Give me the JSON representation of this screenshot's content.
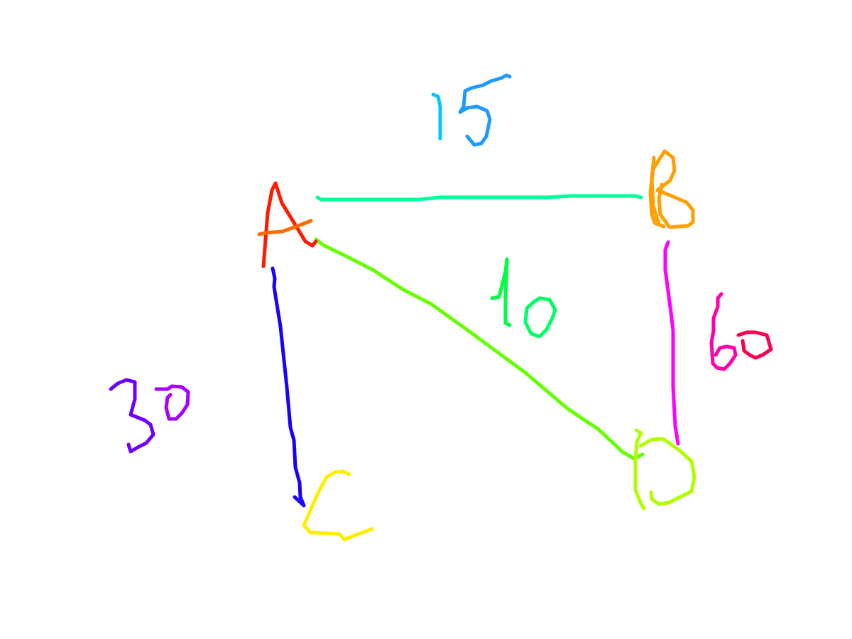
{
  "nodes": [
    {
      "id": "A",
      "label": "A",
      "color": "#ff1a00"
    },
    {
      "id": "B",
      "label": "B",
      "color": "#ffa000"
    },
    {
      "id": "C",
      "label": "C",
      "color": "#ffee00"
    },
    {
      "id": "D",
      "label": "D",
      "color": "#b0ff00"
    }
  ],
  "edges": [
    {
      "from": "A",
      "to": "B",
      "weight": "15",
      "line_color": "#00ff99",
      "label_color": "#00c8ff"
    },
    {
      "from": "A",
      "to": "D",
      "weight": "10",
      "line_color": "#66ff00",
      "label_color": "#00ff44"
    },
    {
      "from": "B",
      "to": "D",
      "weight": "60",
      "line_color": "#ff00ff",
      "label_color": "#ff0066"
    },
    {
      "from": "A",
      "to": "C",
      "weight": "30",
      "line_color": "#1a00ff",
      "label_color": "#8800ff"
    }
  ]
}
